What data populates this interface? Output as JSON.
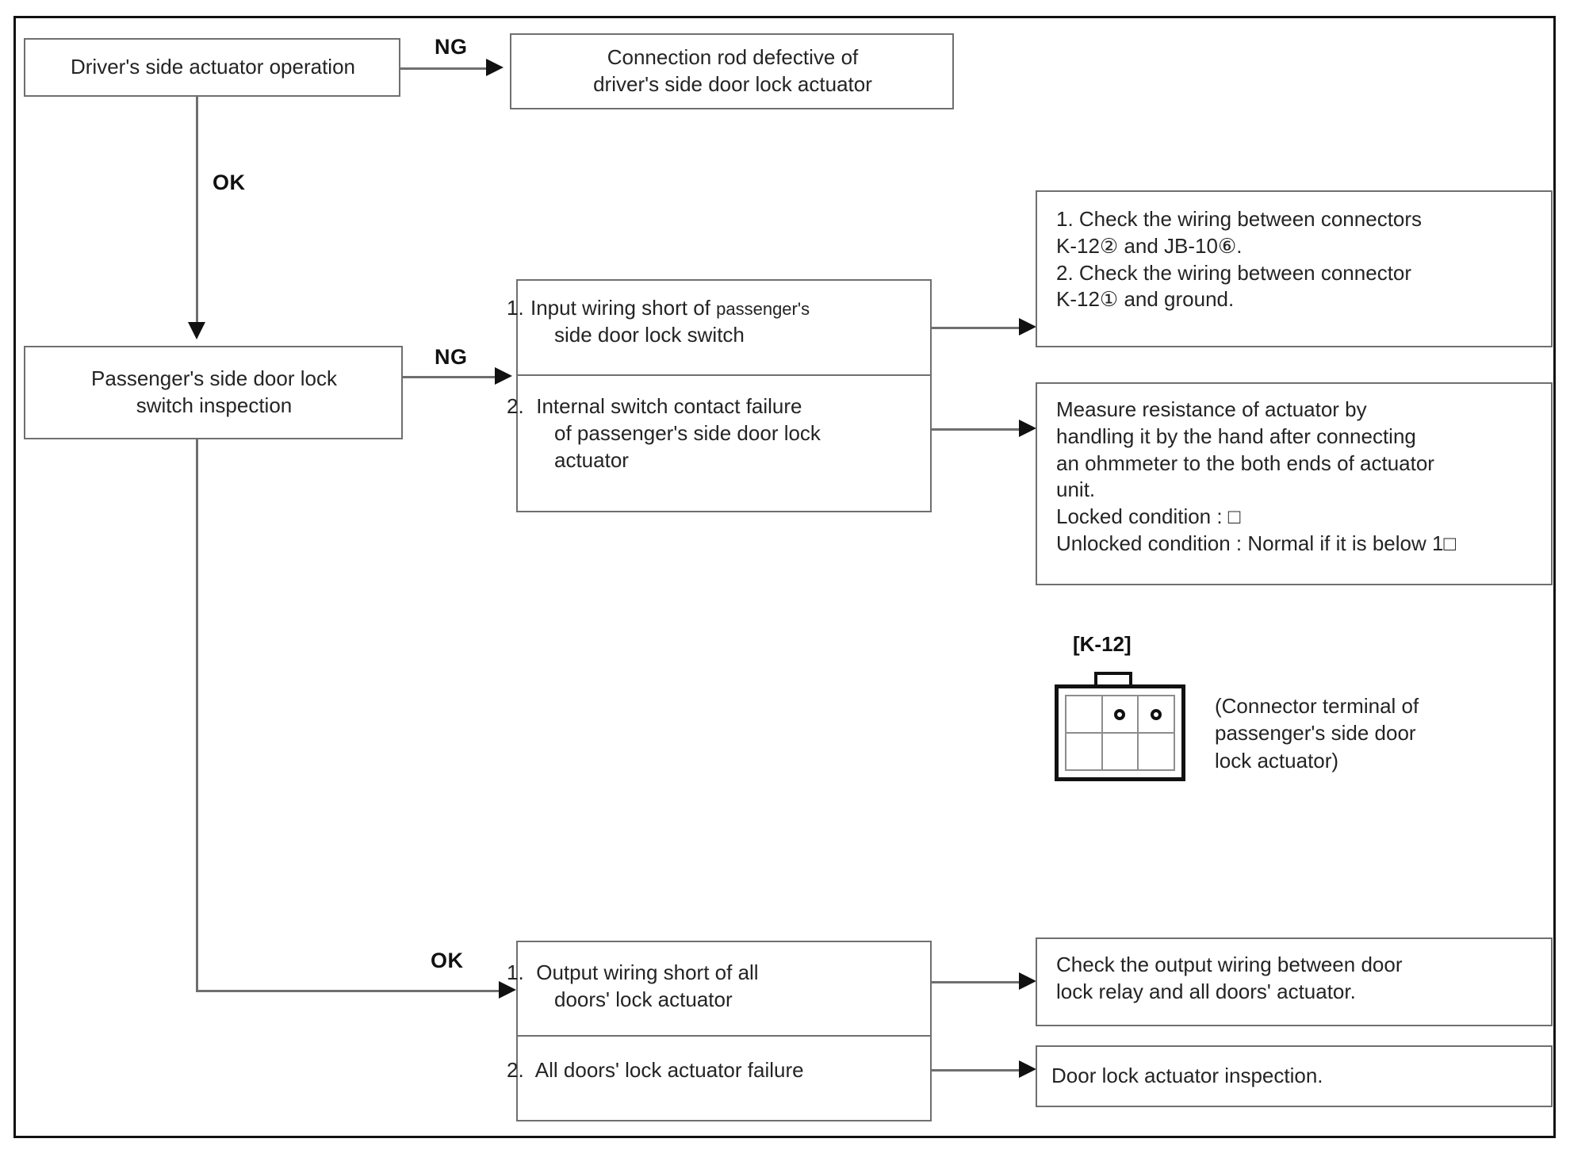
{
  "diagram": {
    "title_present": false,
    "nodes": {
      "driver_check": {
        "text": "Driver's side actuator operation"
      },
      "driver_ng_result": {
        "text": "Connection rod defective of\ndriver's side door lock actuator"
      },
      "passenger_check": {
        "text": "Passenger's side door lock\nswitch inspection"
      },
      "passenger_ng_1": {
        "num": "1.",
        "text_a": "Input wiring short of ",
        "text_b": "passenger's",
        "text_c": "\nside door lock switch"
      },
      "passenger_ng_2": {
        "num": "2.",
        "text": "Internal switch contact failure\nof passenger's side door lock\nactuator"
      },
      "wiring_check": {
        "line1": "1. Check the wiring between connectors",
        "line2": "    K-12② and JB-10⑥.",
        "line3": "2. Check the wiring between connector",
        "line4": "    K-12① and ground."
      },
      "resistance_check": {
        "text": "Measure resistance of actuator by\nhandling it by the hand after connecting\nan ohmmeter to the both ends of actuator\nunit.\nLocked condition : □\nUnlocked condition : Normal if it is below 1□"
      },
      "passenger_ok_1": {
        "num": "1.",
        "text": "Output wiring short of all\ndoors' lock actuator"
      },
      "passenger_ok_2": {
        "num": "2.",
        "text": "All doors' lock actuator failure"
      },
      "output_wiring_result": {
        "text": "Check the output wiring between door\nlock relay and all doors' actuator."
      },
      "actuator_inspection_result": {
        "text": "Door lock actuator inspection."
      }
    },
    "edges": {
      "driver_ng": {
        "label": "NG"
      },
      "driver_ok": {
        "label": "OK"
      },
      "passenger_ng": {
        "label": "NG"
      },
      "passenger_ok": {
        "label": "OK"
      }
    },
    "connector": {
      "tag": "[K-12]",
      "caption": "(Connector terminal of\n    passenger's side door\n    lock actuator)",
      "columns": 3,
      "rows": 2,
      "terminals": [
        {
          "row": 1,
          "col": 1,
          "pin": false
        },
        {
          "row": 1,
          "col": 2,
          "pin": true
        },
        {
          "row": 1,
          "col": 3,
          "pin": true
        },
        {
          "row": 2,
          "col": 1,
          "pin": false
        },
        {
          "row": 2,
          "col": 2,
          "pin": false
        },
        {
          "row": 2,
          "col": 3,
          "pin": false
        }
      ]
    },
    "colors": {
      "frame": "#111111",
      "box_border": "#6f6f6f",
      "line": "#6f6f6f",
      "arrow": "#111111",
      "text": "#242424",
      "label": "#111111"
    }
  }
}
